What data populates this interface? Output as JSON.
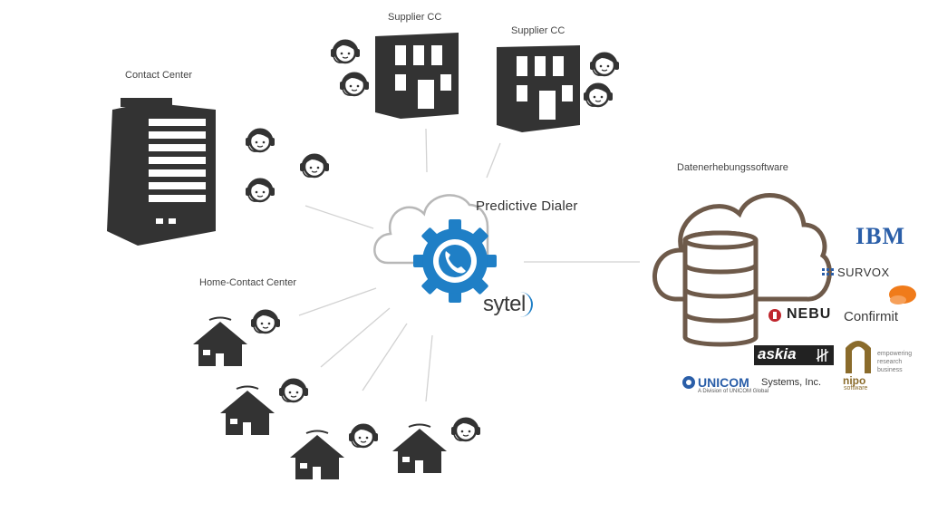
{
  "labels": {
    "contact_center": "Contact Center",
    "supplier_cc_1": "Supplier CC",
    "supplier_cc_2": "Supplier CC",
    "home_contact_center": "Home-Contact Center",
    "predictive_dialer": "Predictive Dialer",
    "data_software": "Datenerhebungssoftware"
  },
  "logos": {
    "sytel": "sytel",
    "ibm": "IBM",
    "survox": "SURVOX",
    "nebu": "NEBU",
    "confirmit": "Confirmit",
    "askia": "askia",
    "unicom_main": "UNICOM",
    "unicom_suffix": "Systems, Inc.",
    "unicom_sub": "A Division of UNICOM Global",
    "nipo_main": "nipo",
    "nipo_sub": "software",
    "nipo_tag_1": "empowering",
    "nipo_tag_2": "research",
    "nipo_tag_3": "business"
  },
  "colors": {
    "icon_dark": "#333333",
    "gear_blue": "#1f7fc6",
    "cloud_gray": "#b8b8b8",
    "database_brown": "#6e5a4a",
    "connector_gray": "#d2d2d2",
    "ibm_blue": "#2a5ea8",
    "confirmit_orange": "#f07b1a",
    "nipo_gold": "#8a6b2b"
  }
}
